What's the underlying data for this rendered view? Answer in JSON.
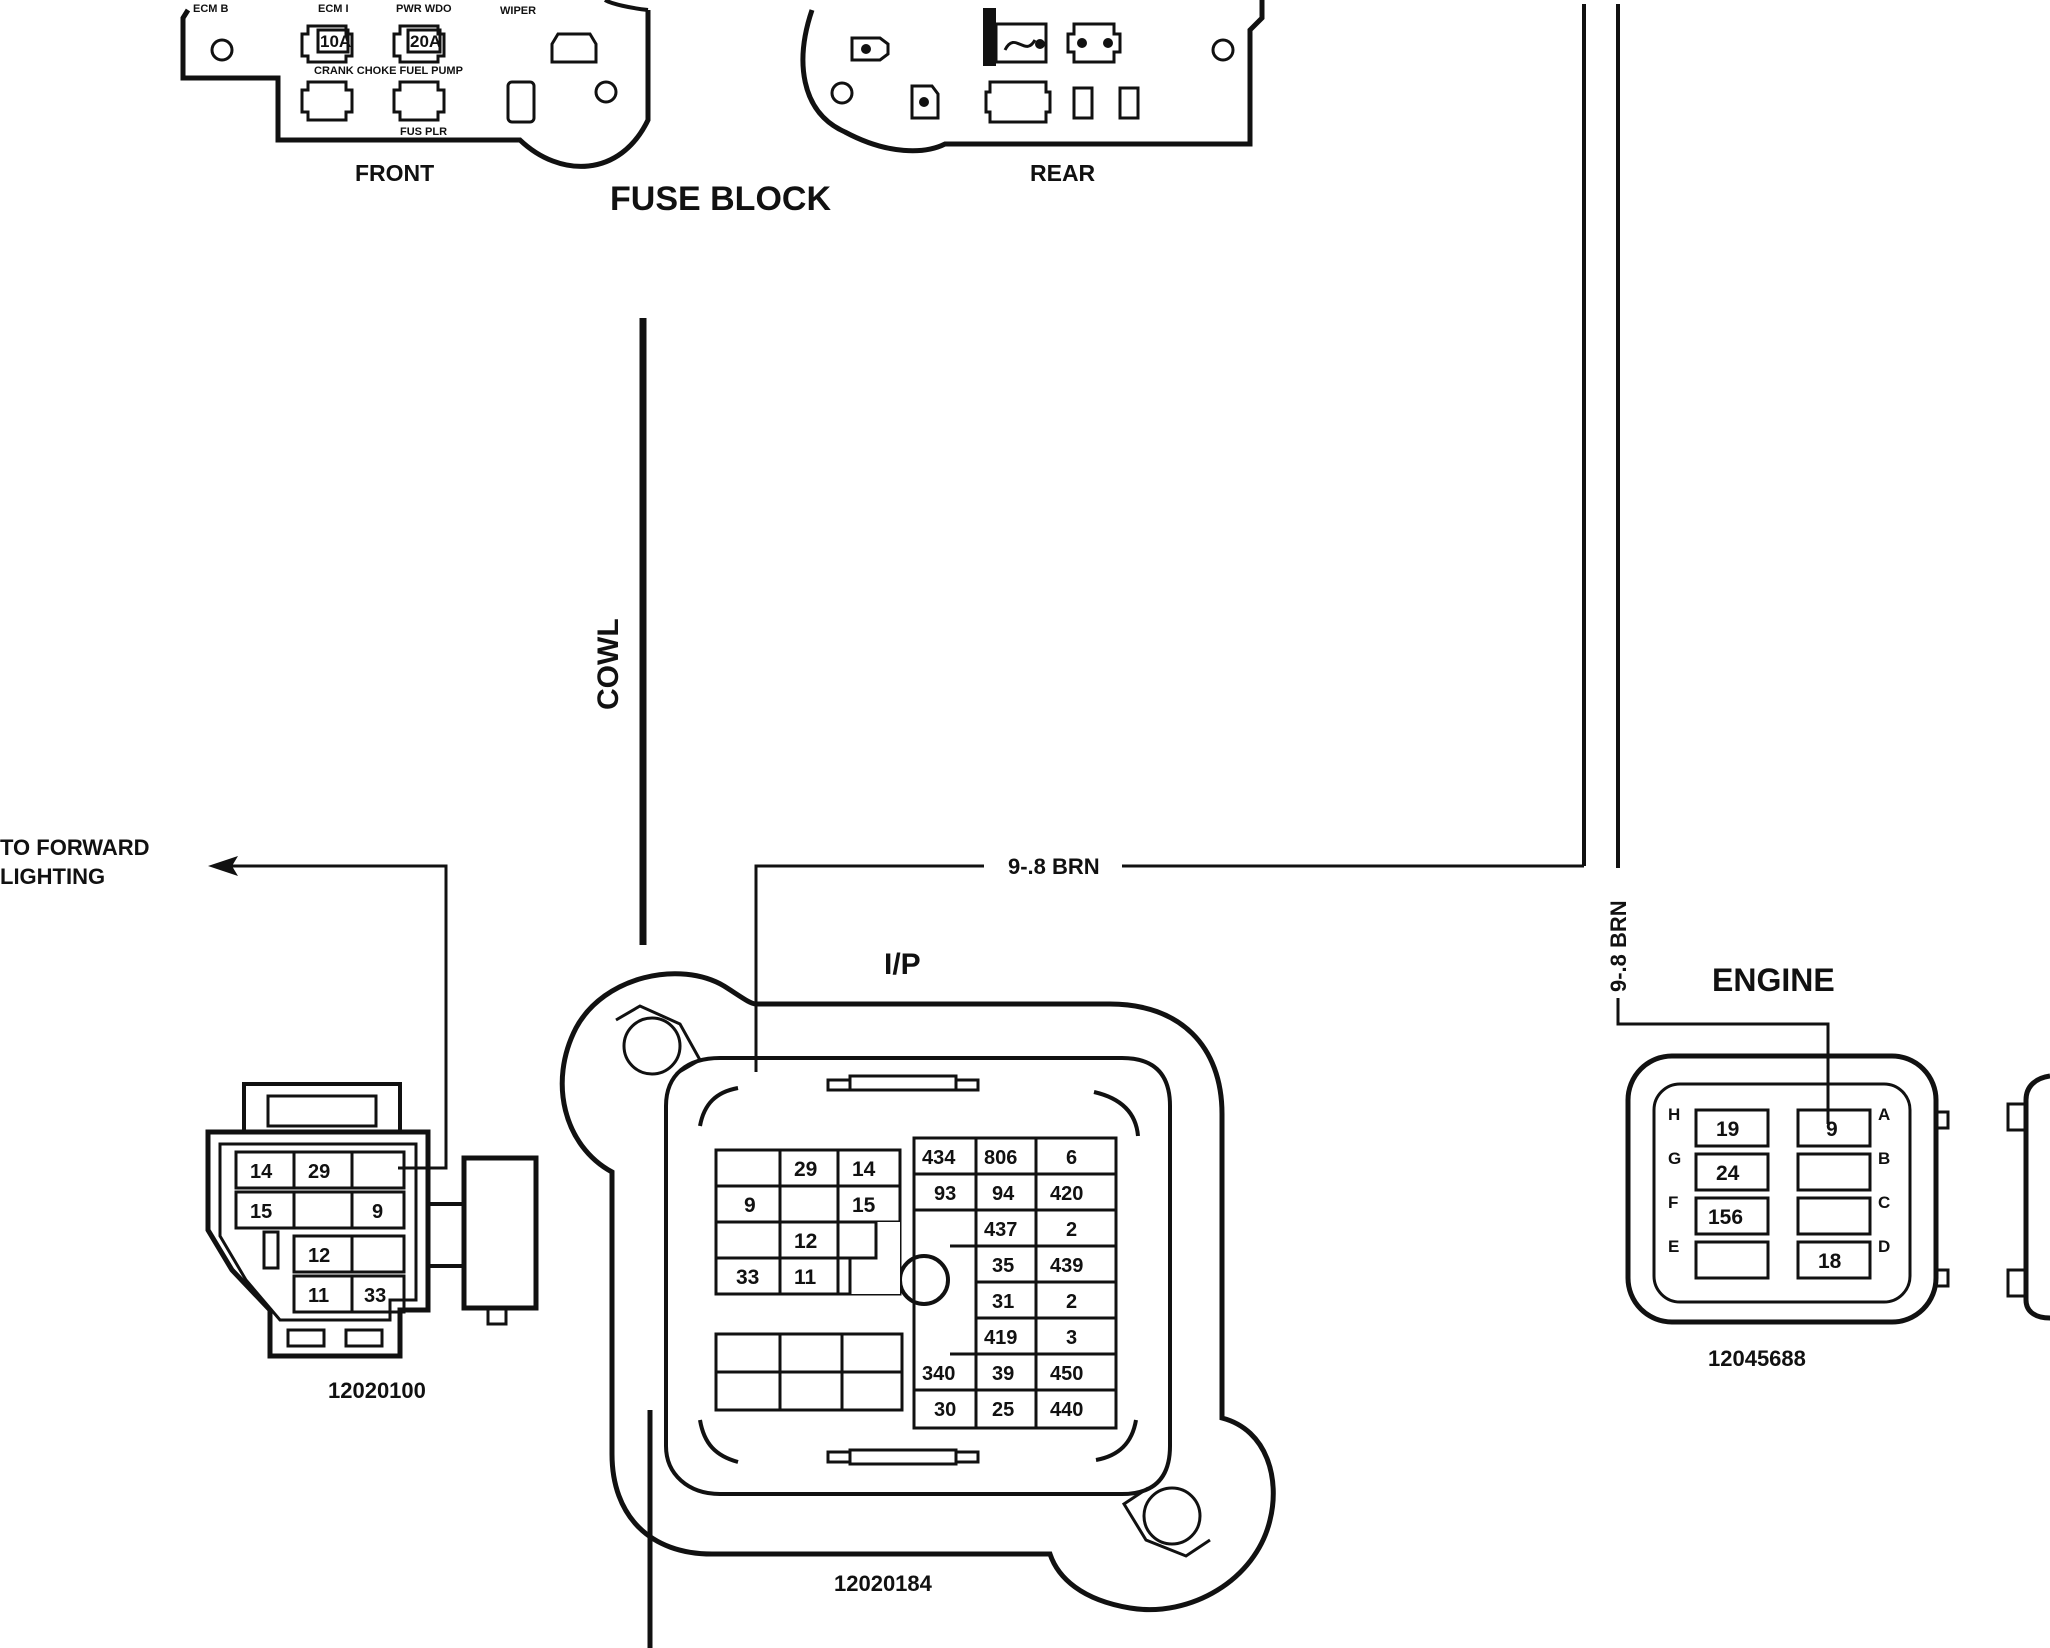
{
  "colors": {
    "ink": "#111111",
    "paper": "#ffffff"
  },
  "fuse_block": {
    "title": "FUSE BLOCK",
    "front_label": "FRONT",
    "rear_label": "REAR",
    "front_fuses": {
      "ecmb": "ECM B",
      "ecmi": "ECM I",
      "ecmi_rating": "10A",
      "pwr_wdo": "PWR WDO",
      "pwr_wdo_rating": "20A",
      "wiper": "WIPER",
      "crank_choke_fuel_pump": "CRANK  CHOKE FUEL PUMP",
      "fus_plr": "FUS PLR"
    }
  },
  "labels": {
    "cowl": "COWL",
    "ip": "I/P",
    "engine": "ENGINE",
    "to_forward_lighting_1": "TO FORWARD",
    "to_forward_lighting_2": "LIGHTING",
    "wire_horizontal": "9-.8 BRN",
    "wire_vertical": "9-.8 BRN"
  },
  "connectors": {
    "left": {
      "part_number": "12020100",
      "cells": [
        "14",
        "29",
        "",
        "15",
        "9",
        "12",
        "",
        "11",
        "33"
      ]
    },
    "ip": {
      "part_number": "12020184",
      "left_block": [
        "29",
        "14",
        "9",
        "15",
        "12",
        "33",
        "11"
      ],
      "right_block": [
        "434",
        "806",
        "6",
        "93",
        "94",
        "420",
        "437",
        "2",
        "35",
        "439",
        "31",
        "2",
        "419",
        "3",
        "340",
        "39",
        "450",
        "30",
        "25",
        "440"
      ]
    },
    "engine": {
      "part_number": "12045688",
      "left_letters": [
        "H",
        "G",
        "F",
        "E"
      ],
      "right_letters": [
        "A",
        "B",
        "C",
        "D"
      ],
      "left_cells": [
        "19",
        "24",
        "156",
        ""
      ],
      "right_cells": [
        "9",
        "",
        "",
        "18"
      ]
    }
  }
}
